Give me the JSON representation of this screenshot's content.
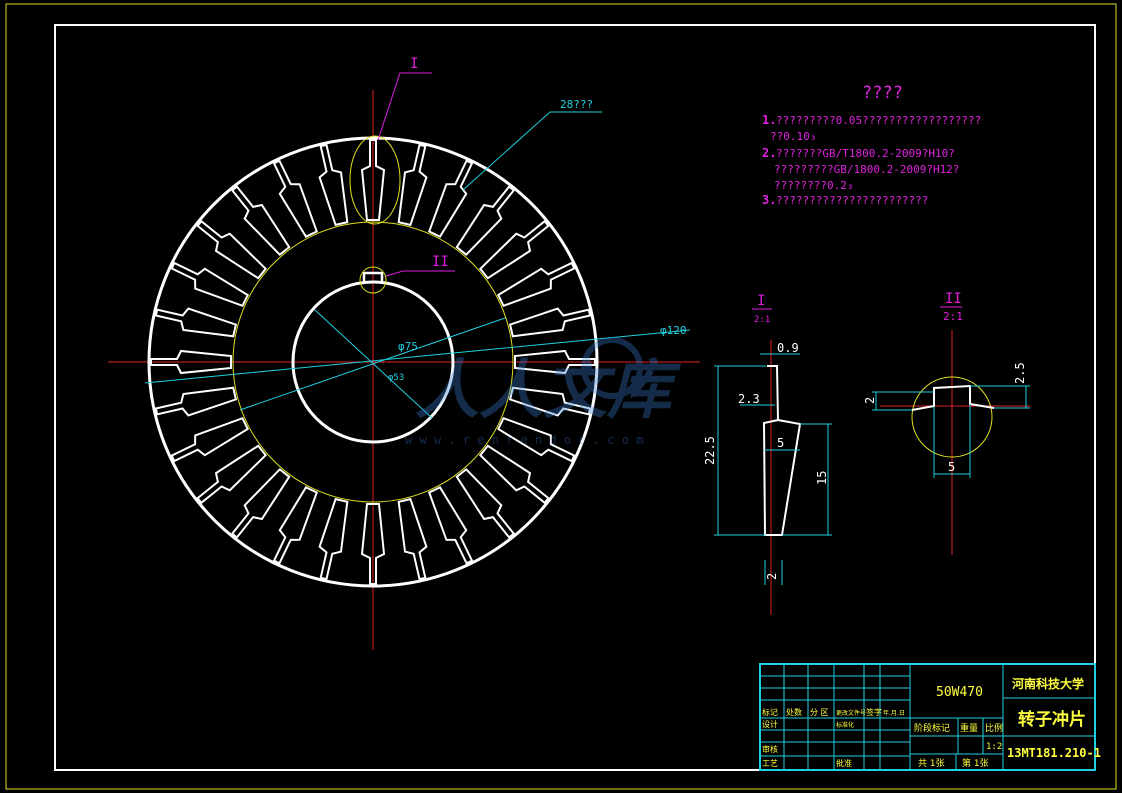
{
  "labels": {
    "detail_1": "I",
    "detail_2": "II",
    "slot_count": "28???",
    "diameter_outer": "φ120",
    "diameter_yoke": "φ75",
    "diameter_bore": "φ53"
  },
  "notes": {
    "title": "????",
    "items": [
      {
        "number": "1.",
        "lines": [
          "?????????0.05??????????????????",
          "??0.10₃"
        ]
      },
      {
        "number": "2.",
        "lines": [
          "???????GB/T1800.2-2009?H10?",
          "?????????GB/1800.2-2009?H12?",
          "????????0.2₃"
        ]
      },
      {
        "number": "3.",
        "lines": [
          "???????????????????????"
        ]
      }
    ]
  },
  "detail_1": {
    "label": "I",
    "scale": "2:1",
    "dims": {
      "top_width": "0.9",
      "step": "2.3",
      "slot_width": "5",
      "height_total": "22.5",
      "height_lower": "15",
      "bottom": "2"
    }
  },
  "detail_2": {
    "label": "II",
    "scale": "2:1",
    "dims": {
      "depth": "2",
      "height": "2.5",
      "width": "5"
    }
  },
  "watermark": {
    "text": "人人文库",
    "url": "w w w . r e n r e n d o c . c o m"
  },
  "title_block": {
    "material": "50W470",
    "school": "河南科技大学",
    "part_name": "转子冲片",
    "drawing_no": "13MT181.210-1",
    "scale_value": "1:2",
    "sheets_total": "共 1张",
    "sheet_no": "第 1张",
    "headers": {
      "mark": "标记",
      "count": "处数",
      "zone": "分 区",
      "change_doc": "更改文件号",
      "sign": "签字",
      "date": "年.月.日",
      "design": "设计",
      "std": "标准化",
      "stage_mark": "阶段标记",
      "weight": "重量",
      "ratio": "比例",
      "review": "审核",
      "process": "工艺",
      "approve": "批准"
    }
  },
  "colors": {
    "background": "#000000",
    "border": "#ffffff",
    "sheet_frame": "#e0e020",
    "center_line": "#e02020",
    "dimension": "#20d0e0",
    "leader": "#e020e0",
    "outline": "#ffffff",
    "detail_circle": "#e0e020",
    "note_text": "#e020e0",
    "title_block_line": "#20d0e0",
    "title_block_text": "#ffff40"
  }
}
